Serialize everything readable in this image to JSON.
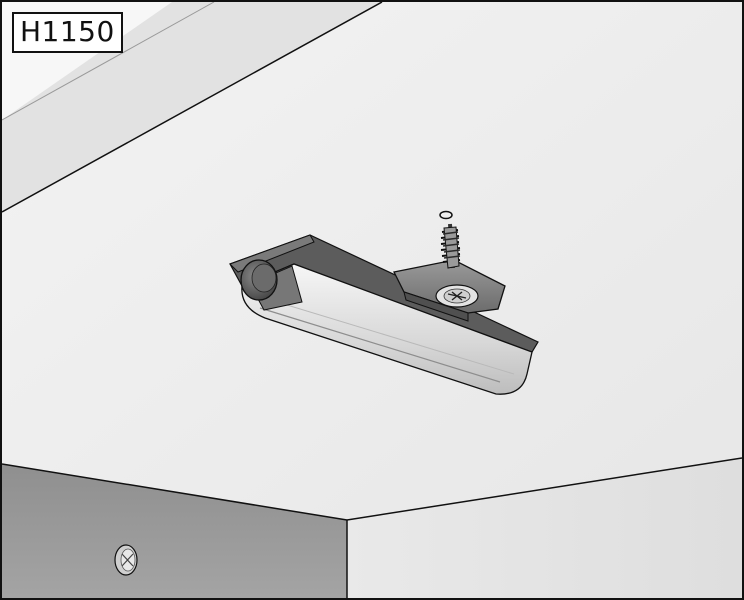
{
  "step": {
    "code": "H1150"
  },
  "illustration": {
    "subject": "under-shelf-light-mounting",
    "parts": [
      "ceiling-panel",
      "light-fixture",
      "mounting-bracket",
      "wood-screw",
      "washer",
      "cabinet-side-wall",
      "cabinet-back-wall",
      "cam-lock-fitting"
    ]
  },
  "colors": {
    "line": "#111111",
    "panel": "#ebebeb",
    "wall": "#9a9a9a"
  }
}
